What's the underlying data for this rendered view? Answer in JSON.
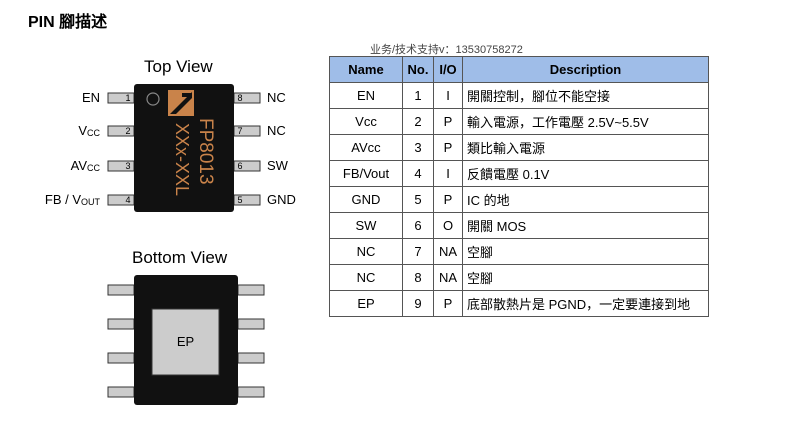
{
  "section_title": "PIN 腳描述",
  "watermark": "业务/技术支持v：13530758272",
  "top_view": {
    "title": "Top View",
    "left_pins": [
      {
        "num": "1",
        "label": "EN",
        "sub": ""
      },
      {
        "num": "2",
        "label": "V",
        "sub": "CC"
      },
      {
        "num": "3",
        "label": "AV",
        "sub": "CC"
      },
      {
        "num": "4",
        "label": "FB / V",
        "sub": "OUT"
      }
    ],
    "right_pins": [
      {
        "num": "8",
        "label": "NC"
      },
      {
        "num": "7",
        "label": "NC"
      },
      {
        "num": "6",
        "label": "SW"
      },
      {
        "num": "5",
        "label": "GND"
      }
    ],
    "chip_marking": [
      "FP8013",
      "XXx-XXL"
    ]
  },
  "bottom_view": {
    "title": "Bottom View",
    "pad_label": "EP"
  },
  "table": {
    "headers": [
      "Name",
      "No.",
      "I/O",
      "Description"
    ],
    "rows": [
      [
        "EN",
        "1",
        "I",
        "開關控制，腳位不能空接"
      ],
      [
        "Vcc",
        "2",
        "P",
        "輸入電源，工作電壓 2.5V~5.5V"
      ],
      [
        "AVcc",
        "3",
        "P",
        "類比輸入電源"
      ],
      [
        "FB/Vout",
        "4",
        "I",
        "反饋電壓 0.1V"
      ],
      [
        "GND",
        "5",
        "P",
        "IC 的地"
      ],
      [
        "SW",
        "6",
        "O",
        "開關 MOS"
      ],
      [
        "NC",
        "7",
        "NA",
        "空腳"
      ],
      [
        "NC",
        "8",
        "NA",
        "空腳"
      ],
      [
        "EP",
        "9",
        "P",
        "底部散熱片是 PGND，一定要連接到地"
      ]
    ]
  },
  "colors": {
    "header_bg": "#9fbde8",
    "chip_body": "#111111",
    "logo": "#c9834a",
    "pin_fill": "#cccccc",
    "pad_fill": "#cccccc"
  }
}
